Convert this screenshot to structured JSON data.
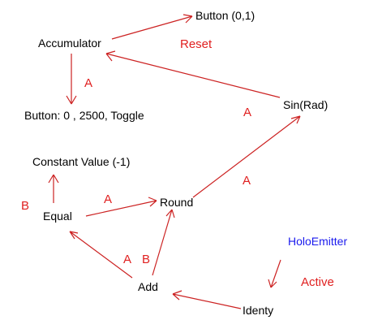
{
  "colors": {
    "arrow": "#cc2222",
    "label": "#e02020",
    "node_text": "#000000",
    "holo_text": "#1a1aee",
    "background": "#ffffff"
  },
  "nodes": {
    "button01": "Button (0,1)",
    "accumulator": "Accumulator",
    "button_toggle": "Button: 0 , 2500, Toggle",
    "sin_rad": "Sin(Rad)",
    "constant": "Constant  Value (-1)",
    "equal": "Equal",
    "round": "Round",
    "add": "Add",
    "identy": "Identy",
    "holoemitter": "HoloEmitter"
  },
  "labels": {
    "reset": "Reset",
    "a_acc_button": "A",
    "a_sin_acc": "A",
    "a_round_sin": "A",
    "b_equal_const": "B",
    "a_equal_round": "A",
    "a_add_equal": "A",
    "b_add_round": "B",
    "active": "Active"
  }
}
